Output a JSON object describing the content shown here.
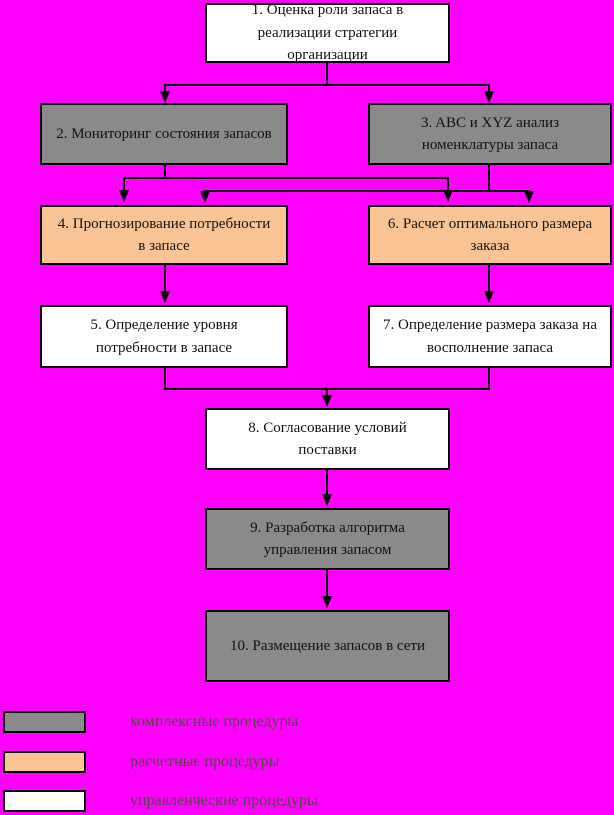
{
  "background_color": "#FF00FF",
  "colors": {
    "background": "#FF00FF",
    "complex_fill": "#8A8A8A",
    "calculation_fill": "#FAC494",
    "management_fill": "#FFFFFF",
    "border": "#000000",
    "node_text": "#111111",
    "legend_text": "#4A4A40"
  },
  "flowchart": {
    "nodes": [
      {
        "id": "1",
        "type": "management",
        "label": "1. Оценка роли запаса в реализации стратегии организации"
      },
      {
        "id": "2",
        "type": "complex",
        "label": "2. Мониторинг состояния запасов"
      },
      {
        "id": "3",
        "type": "complex",
        "label": "3. ABC и XYZ анализ номенклатуры запаса"
      },
      {
        "id": "4",
        "type": "calculation",
        "label": "4. Прогнозирование потребности в запасе"
      },
      {
        "id": "5",
        "type": "management",
        "label": "5. Определение уровня потребности в запасе"
      },
      {
        "id": "6",
        "type": "calculation",
        "label": "6. Расчет оптимального размера заказа"
      },
      {
        "id": "7",
        "type": "management",
        "label": "7. Определение размера заказа на восполнение запаса"
      },
      {
        "id": "8",
        "type": "management",
        "label": "8. Согласование условий поставки"
      },
      {
        "id": "9",
        "type": "complex",
        "label": "9. Разработка алгоритма управления запасом"
      },
      {
        "id": "10",
        "type": "complex",
        "label": "10. Размещение запасов в сети"
      }
    ],
    "edges": [
      {
        "from": "1",
        "to": "2"
      },
      {
        "from": "1",
        "to": "3"
      },
      {
        "from": "2",
        "to": "4"
      },
      {
        "from": "2",
        "to": "6"
      },
      {
        "from": "3",
        "to": "4"
      },
      {
        "from": "3",
        "to": "6"
      },
      {
        "from": "4",
        "to": "5"
      },
      {
        "from": "6",
        "to": "7"
      },
      {
        "from": "5",
        "to": "8"
      },
      {
        "from": "7",
        "to": "8"
      },
      {
        "from": "8",
        "to": "9"
      },
      {
        "from": "9",
        "to": "10"
      }
    ]
  },
  "legend": {
    "items": [
      {
        "type": "complex",
        "label": "комплексные процедуры"
      },
      {
        "type": "calculation",
        "label": "расчетные процедуры"
      },
      {
        "type": "management",
        "label": "управленческие процедуры"
      }
    ]
  }
}
